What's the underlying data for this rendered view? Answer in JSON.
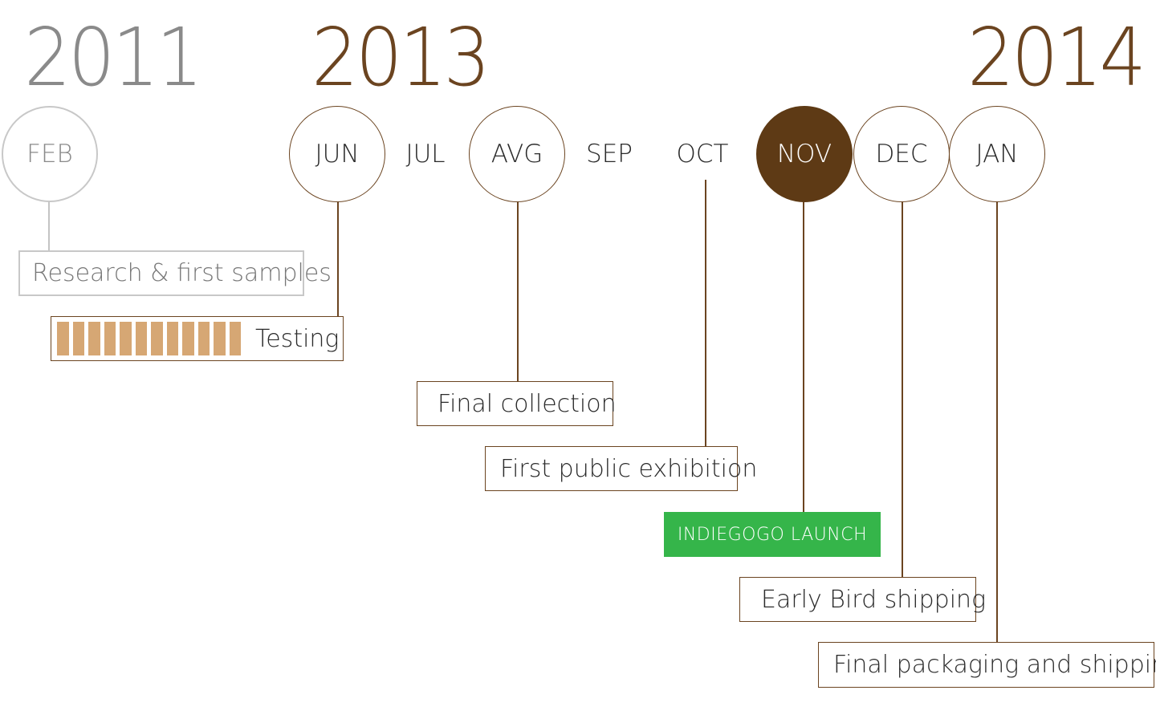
{
  "years": {
    "y2011": "2011",
    "y2013": "2013",
    "y2014": "2014"
  },
  "months": {
    "feb": "FEB",
    "jun": "JUN",
    "jul": "JUL",
    "avg": "AVG",
    "sep": "SEP",
    "oct": "OCT",
    "nov": "NOV",
    "dec": "DEC",
    "jan": "JAN"
  },
  "milestones": {
    "research": "Research & first samples",
    "testing": "Testing",
    "final_collection": "Final collection",
    "first_public_exhibition": "First public exhibition",
    "indiegogo_launch": "INDIEGOGO LAUNCH",
    "early_bird_shipping": "Early Bird shipping",
    "final_packaging": "Final packaging and shipping"
  },
  "testing_progress_segments": 12,
  "colors": {
    "brown": "#6b4420",
    "brown_filled": "#5e3a15",
    "muted_gray": "#c8c8c8",
    "progress_tan": "#d6a774",
    "launch_green": "#35b54a"
  }
}
